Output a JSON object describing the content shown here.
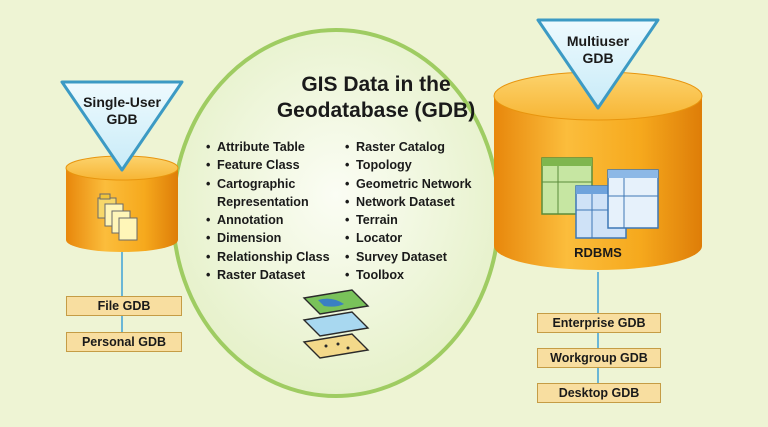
{
  "circle": {
    "title_line1": "GIS Data in the",
    "title_line2": "Geodatabase (GDB)",
    "left_list": [
      "Attribute Table",
      "Feature Class",
      "Cartographic",
      "Representation",
      "Annotation",
      "Dimension",
      "Relationship Class",
      "Raster Dataset"
    ],
    "right_list": [
      "Raster Catalog",
      "Topology",
      "Geometric Network",
      "Network Dataset",
      "Terrain",
      "Locator",
      "Survey Dataset",
      "Toolbox"
    ]
  },
  "single_user": {
    "label_line1": "Single-User",
    "label_line2": "GDB",
    "gdb_types": [
      "File GDB",
      "Personal GDB"
    ]
  },
  "multiuser": {
    "label_line1": "Multiuser",
    "label_line2": "GDB",
    "cylinder_label": "RDBMS",
    "gdb_types": [
      "Enterprise GDB",
      "Workgroup GDB",
      "Desktop GDB"
    ]
  },
  "colors": {
    "background": "#eef4d4",
    "circle_fill": "#f3f9e4",
    "circle_border": "#9fcc62",
    "cylinder_orange": "#f6a81c",
    "triangle_fill": "#d9f2fb",
    "triangle_border": "#3c9ac4",
    "box_fill": "#f8dea0"
  },
  "icons": {
    "single_user_cylinder": "file-stack-icon",
    "multiuser_cylinder": "table-stack-icon",
    "circle_bottom": "layer-stack-icon"
  }
}
